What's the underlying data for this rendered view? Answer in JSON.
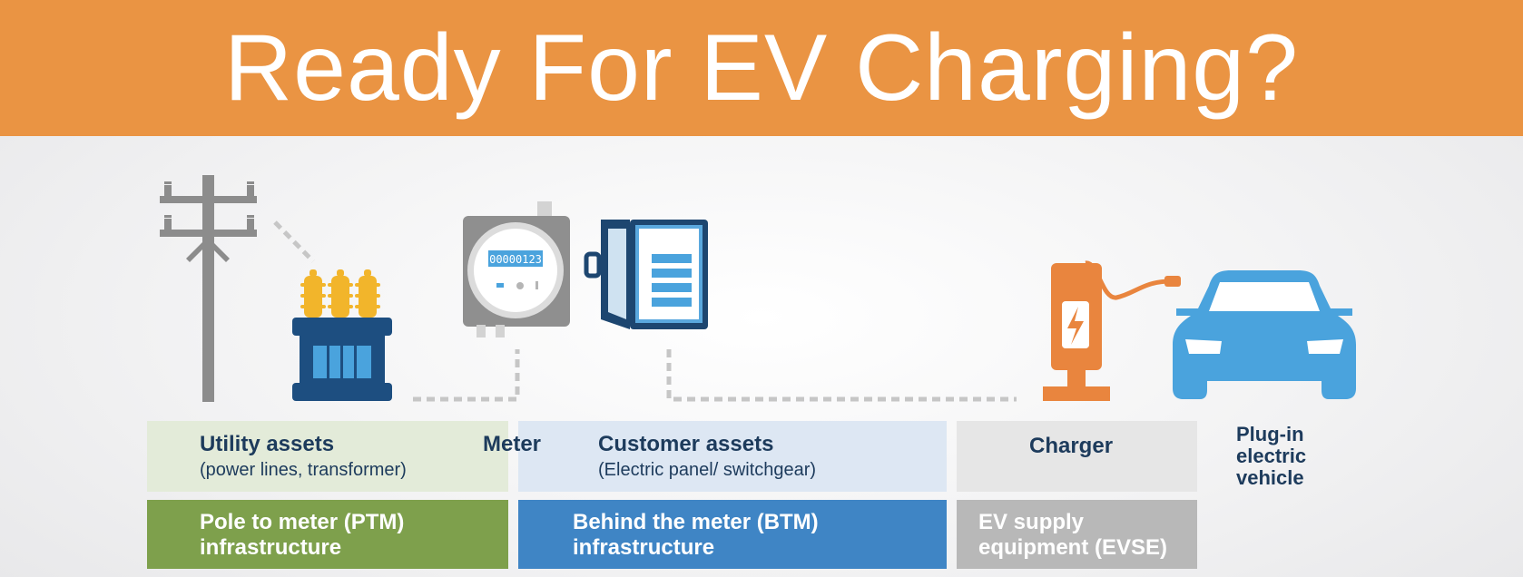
{
  "title": "Ready For EV Charging?",
  "meter_display": "00000123",
  "colors": {
    "banner": "#ea9443",
    "pole": "#8c8c8c",
    "transformer": "#1d4e80",
    "insulators": "#f2b52b",
    "panel": "#1d4670",
    "charger": "#e9853e",
    "car": "#4aa3dd",
    "ptm": "#7ea04c",
    "btm": "#3f85c5",
    "evse": "#b8b8b8"
  },
  "labels": {
    "utility": {
      "title": "Utility assets",
      "sub": "(power lines, transformer)"
    },
    "meter": "Meter",
    "customer": {
      "title": "Customer assets",
      "sub": "(Electric panel/ switchgear)"
    },
    "charger": "Charger",
    "vehicle": [
      "Plug-in",
      "electric",
      "vehicle"
    ]
  },
  "categories": {
    "ptm": [
      "Pole to meter (PTM)",
      "infrastructure"
    ],
    "btm": [
      "Behind the meter (BTM)",
      "infrastructure"
    ],
    "evse": [
      "EV supply",
      "equipment (EVSE)"
    ]
  }
}
